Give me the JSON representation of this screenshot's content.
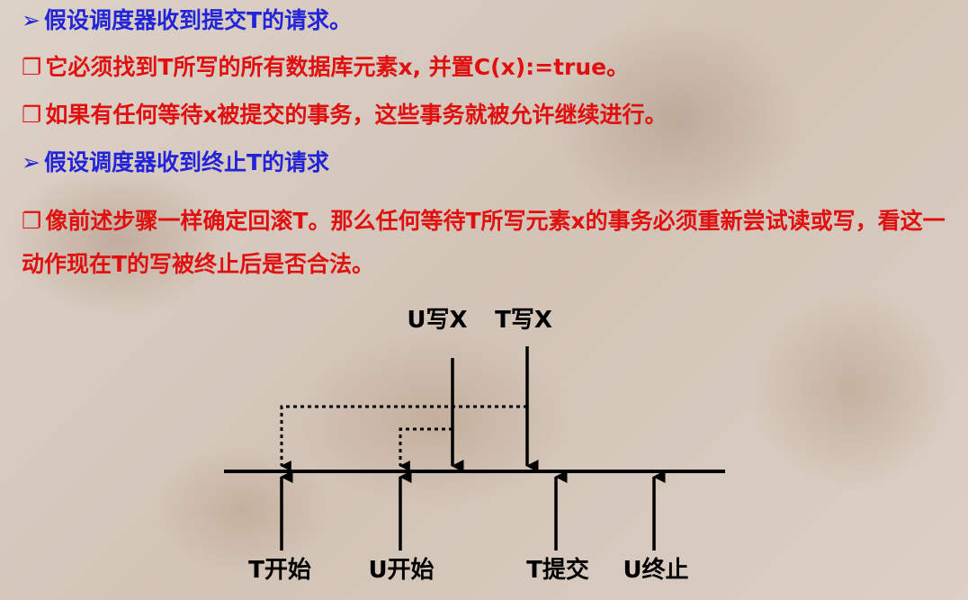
{
  "bullets": [
    {
      "marker": "➢",
      "text": "假设调度器收到提交T的请求。"
    },
    {
      "marker": "❐",
      "text": "它必须找到T所写的所有数据库元素x, 并置C(x):=true。"
    },
    {
      "marker": "❐",
      "text": "如果有任何等待x被提交的事务，这些事务就被允许继续进行。"
    },
    {
      "marker": "➢",
      "text": "假设调度器收到终止T的请求"
    },
    {
      "marker": "❐",
      "text": "像前述步骤一样确定回滚T。那么任何等待T所写元素x的事务必须重新尝试读或写，看这一动作现在T的写被终止后是否合法。"
    }
  ],
  "diagram": {
    "top_labels": {
      "u_write": "U写X",
      "t_write": "T写X"
    },
    "bottom_labels": {
      "t_start": "T开始",
      "u_start": "U开始",
      "t_commit": "T提交",
      "u_abort": "U终止"
    }
  },
  "colors": {
    "blue": "#2323d8",
    "red": "#e01010",
    "black": "#000000"
  }
}
